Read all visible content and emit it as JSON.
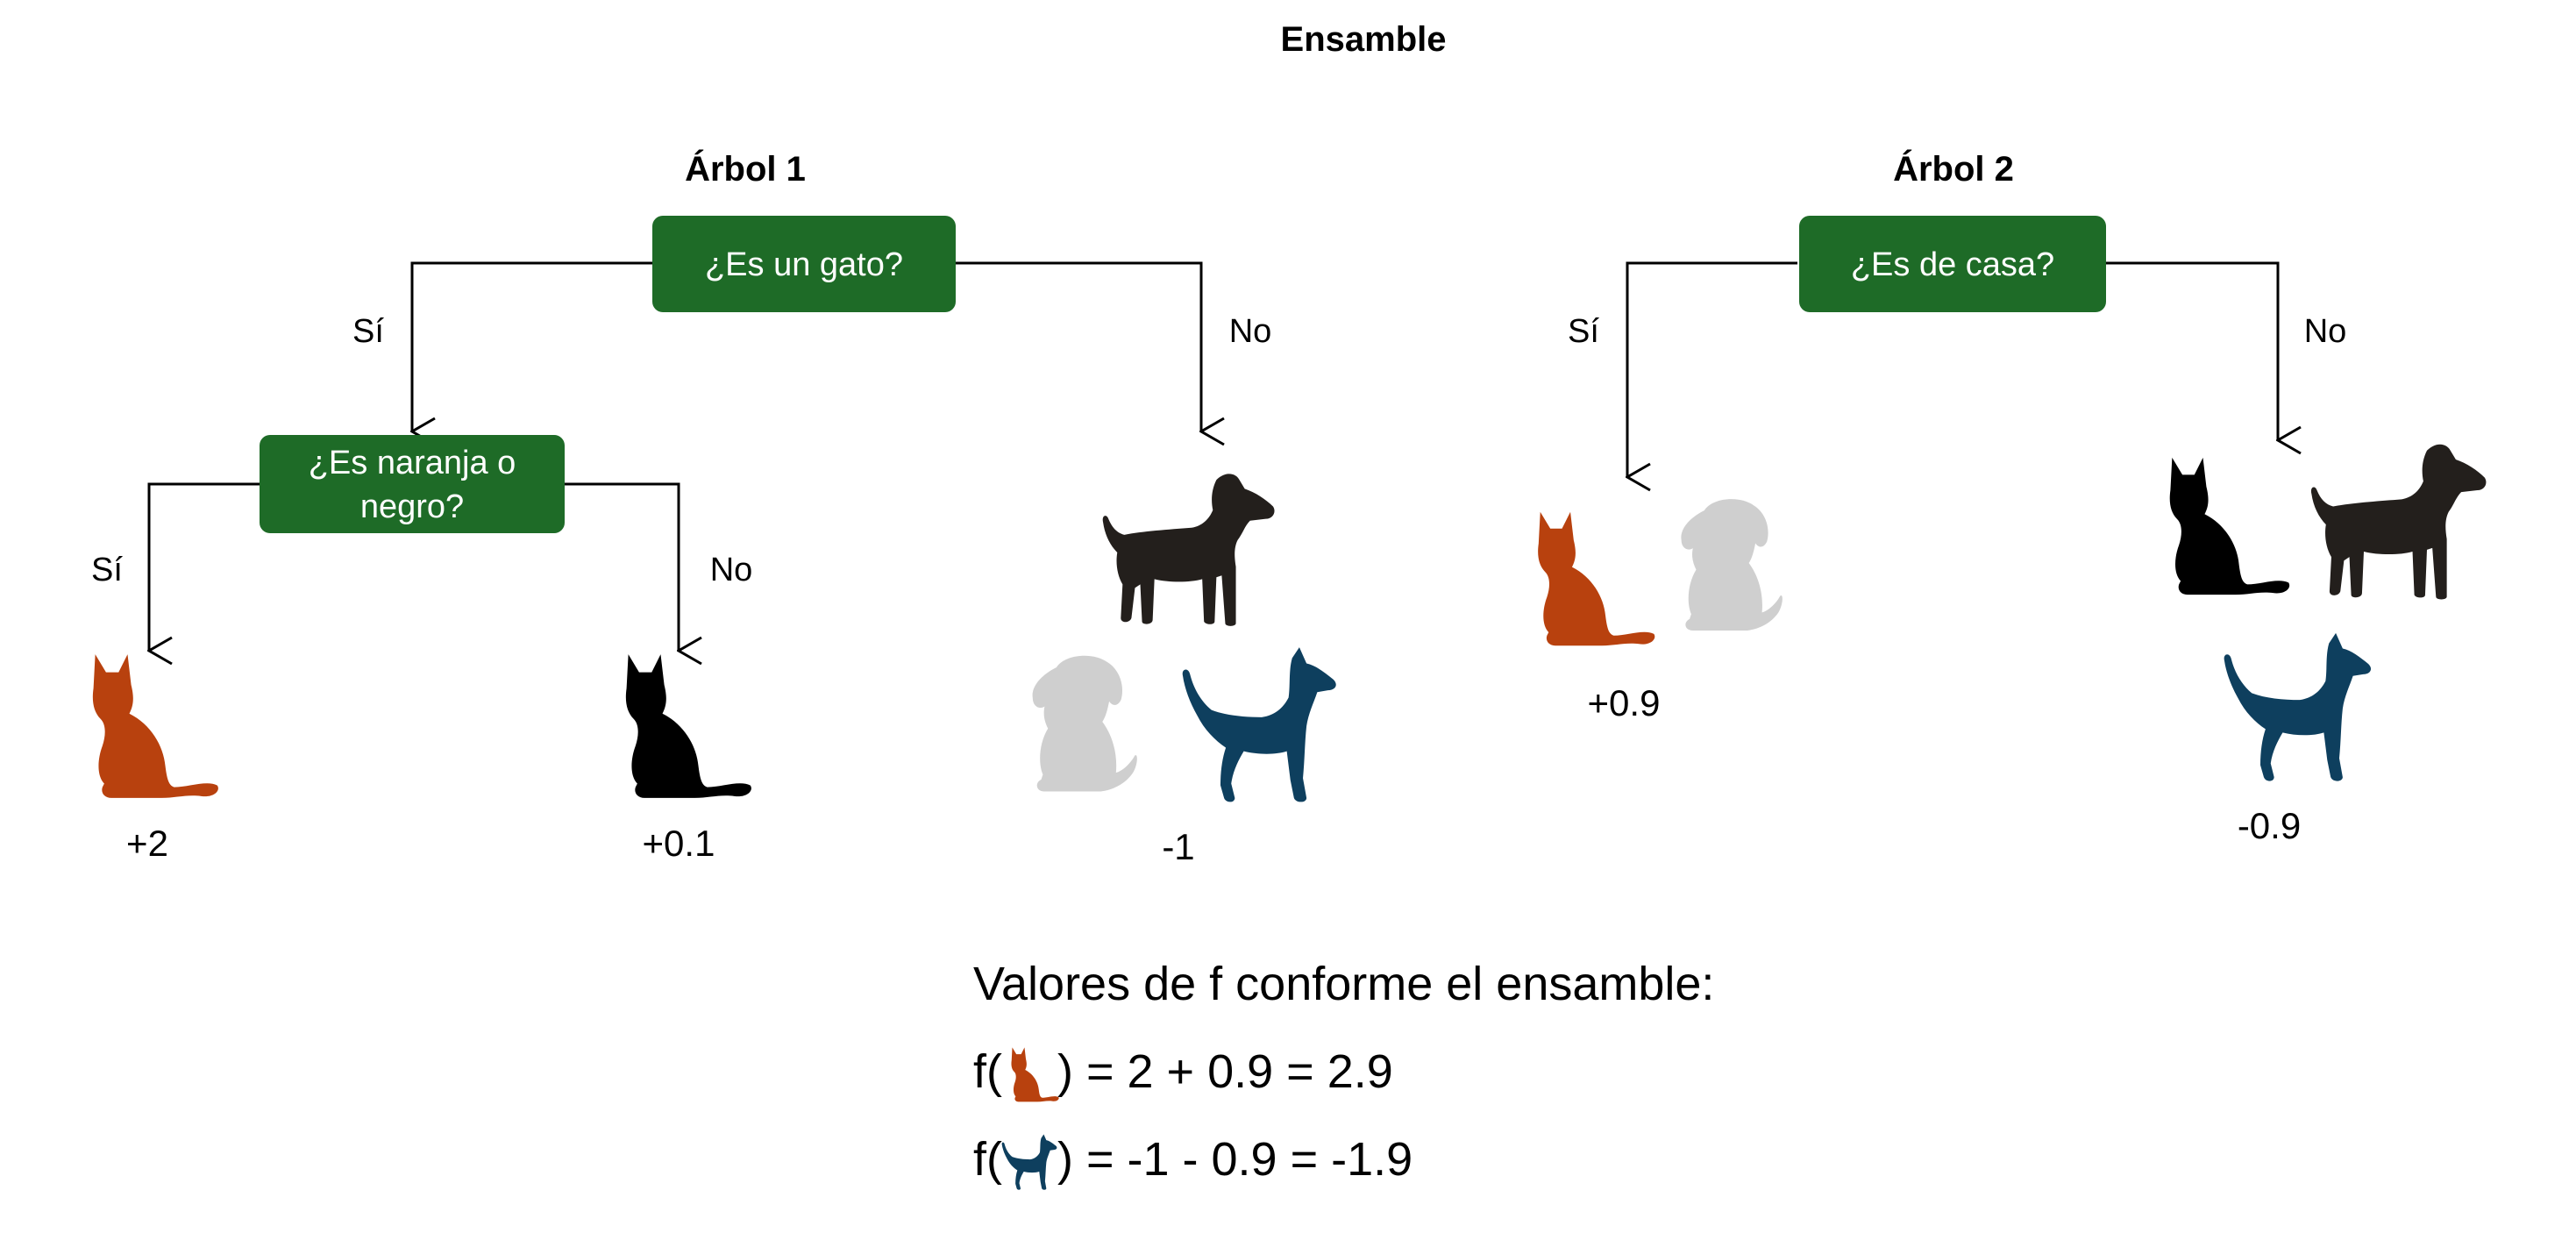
{
  "title": "Ensamble",
  "trees": [
    {
      "name": "Árbol 1",
      "root": "¿Es un gato?",
      "root_yes": "Sí",
      "root_no": "No",
      "sub": [
        "¿Es naranja o",
        "negro?"
      ],
      "sub_yes": "Sí",
      "sub_no": "No",
      "leaves": [
        "+2",
        "+0.1",
        "-1"
      ]
    },
    {
      "name": "Árbol 2",
      "root": "¿Es de casa?",
      "root_yes": "Sí",
      "root_no": "No",
      "leaves": [
        "+0.9",
        "-0.9"
      ]
    }
  ],
  "summary": {
    "heading": "Valores de f conforme el ensamble:",
    "formula1_prefix": "f(",
    "formula1_rest": ") = 2 + 0.9 = 2.9",
    "formula2_prefix": "f(",
    "formula2_rest": ") = -1 - 0.9 = -1.9"
  },
  "colors": {
    "node_fill": "#1e6b27",
    "orange_cat": "#b8410e",
    "black_animal": "#000000",
    "dark_dog": "#231f1c",
    "grey_dog": "#cfcfcf",
    "blue_husky": "#0e3f5e"
  },
  "icons": [
    "orange-cat-icon",
    "black-cat-icon",
    "black-dog-icon",
    "grey-dog-icon",
    "husky-icon"
  ]
}
